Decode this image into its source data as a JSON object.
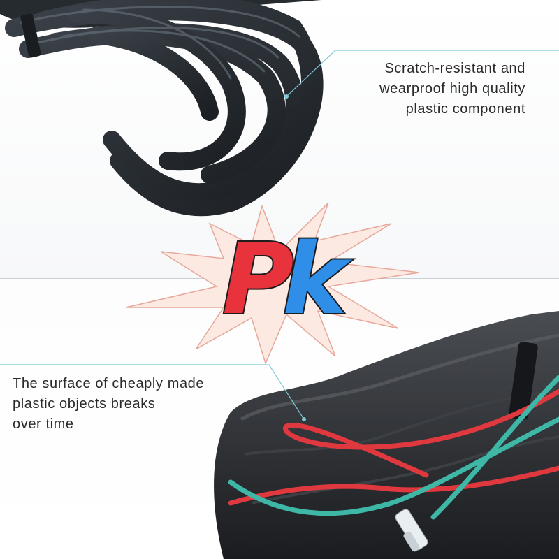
{
  "top_caption": {
    "lines": [
      "Scratch-resistant and",
      "wearproof high quality",
      "plastic component"
    ]
  },
  "bottom_caption": {
    "lines": [
      "The surface of cheaply made",
      "plastic objects breaks",
      "over time"
    ]
  },
  "badge": {
    "letter_1": "P",
    "letter_2": "k",
    "letter_1_color": "#e8323c",
    "letter_2_color": "#2f8fe8"
  },
  "colors": {
    "cable_dark": "#262b30",
    "wire_red": "#e0383f",
    "wire_teal": "#3fb7a6",
    "burst_fill": "#fbe9e2",
    "burst_stroke": "#e7a89a",
    "leader_line": "#7fc8d8"
  }
}
